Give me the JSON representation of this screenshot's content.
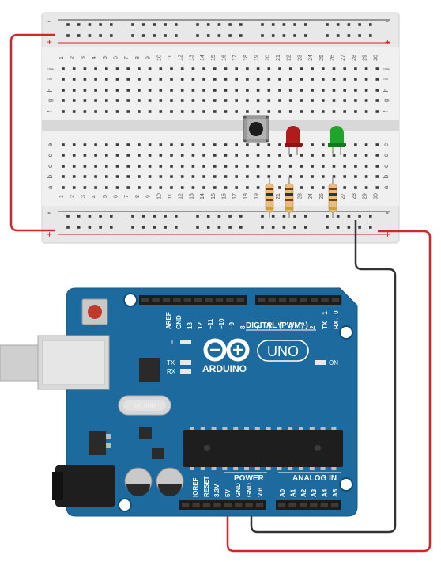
{
  "breadboard": {
    "rail_minus": "-",
    "rail_plus": "+",
    "row_letters_top": [
      "j",
      "i",
      "h",
      "g",
      "f"
    ],
    "row_letters_bottom": [
      "e",
      "d",
      "c",
      "b",
      "a"
    ],
    "columns": [
      "1",
      "2",
      "3",
      "4",
      "5",
      "6",
      "7",
      "8",
      "9",
      "10",
      "11",
      "12",
      "13",
      "14",
      "15",
      "16",
      "17",
      "18",
      "19",
      "20",
      "21",
      "22",
      "23",
      "24",
      "25",
      "26",
      "27",
      "28",
      "29",
      "30"
    ]
  },
  "components": {
    "led_red_color": "#b01c1c",
    "led_green_color": "#1fa52a",
    "wire_red_color": "#d1272b",
    "wire_black_color": "#333333",
    "pushbutton_icon": "pushbutton-icon",
    "resistor_icon": "resistor-icon"
  },
  "arduino": {
    "brand": "ARDUINO",
    "model": "UNO",
    "digital_header_label": "DIGITAL (PWM~)",
    "digital_pins": [
      "AREF",
      "GND",
      "13",
      "12",
      "~11",
      "~10",
      "~9",
      "8",
      "7",
      "~6",
      "~5",
      "4",
      "~3",
      "2",
      "TX→1",
      "RX←0"
    ],
    "led_l": "L",
    "led_tx": "TX",
    "led_rx": "RX",
    "led_on": "ON",
    "power_header_label": "POWER",
    "power_pins": [
      "IOREF",
      "RESET",
      "3.3V",
      "5V",
      "GND",
      "GND",
      "Vin"
    ],
    "analog_header_label": "ANALOG IN",
    "analog_pins": [
      "A0",
      "A1",
      "A2",
      "A3",
      "A4",
      "A5"
    ],
    "crystal_label": "16.000",
    "board_color": "#1d6a9e"
  }
}
